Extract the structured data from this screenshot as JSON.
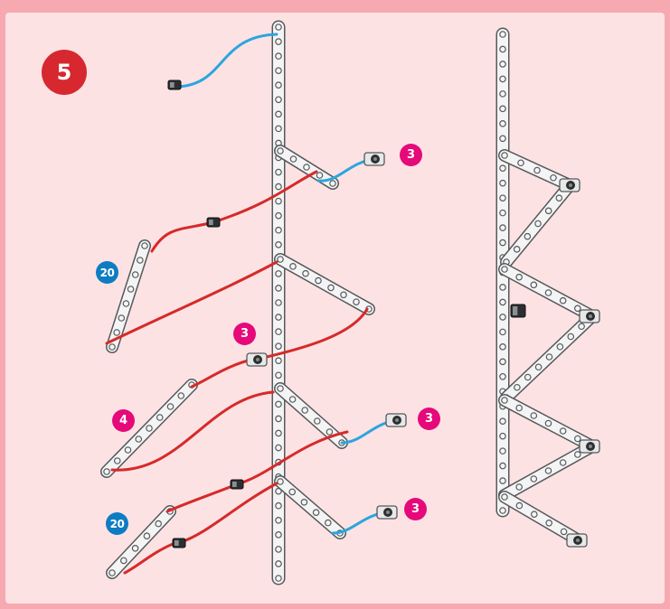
{
  "step_number": "5",
  "quantity_badges": [
    {
      "label": "3",
      "color": "pink"
    },
    {
      "label": "20",
      "color": "blue"
    },
    {
      "label": "3",
      "color": "pink"
    },
    {
      "label": "4",
      "color": "pink"
    },
    {
      "label": "3",
      "color": "pink"
    },
    {
      "label": "20",
      "color": "blue"
    },
    {
      "label": "3",
      "color": "pink"
    }
  ],
  "colors": {
    "outer_border": "#f6a9b0",
    "panel": "#fde2e4",
    "step_badge": "#d7282f",
    "badge_pink": "#e6097a",
    "badge_blue": "#0d7cc3",
    "cable_red": "#d62a2a",
    "cable_blue": "#2aa6de",
    "rod_fill": "#f4f4f4",
    "rod_stroke": "#55595c",
    "connector": "#2c2f31"
  }
}
